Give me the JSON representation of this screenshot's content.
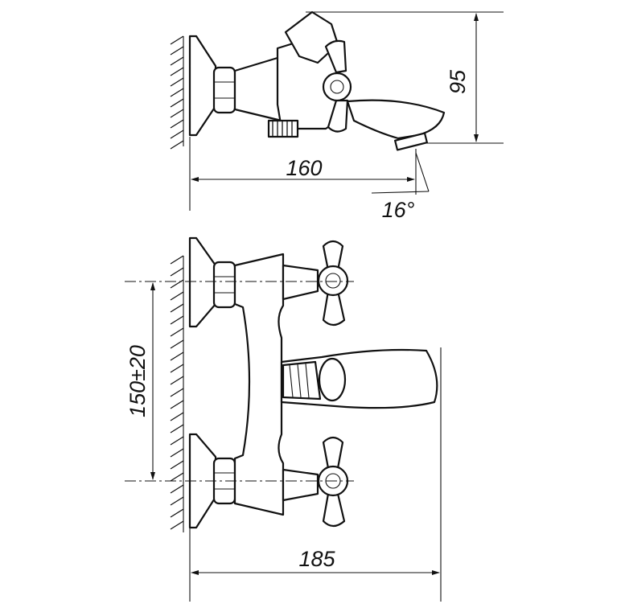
{
  "dimensions": {
    "height_label": "95",
    "length_side_label": "160",
    "angle_label": "16°",
    "center_distance_label": "150±20",
    "length_front_label": "185"
  }
}
